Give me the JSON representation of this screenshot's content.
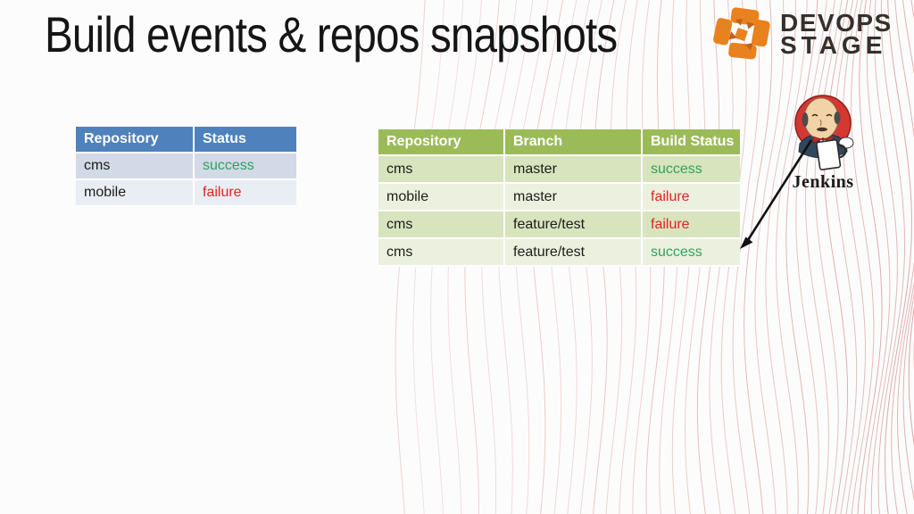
{
  "slide_title": "Build events & repos snapshots",
  "logo": {
    "line1": "DEVOPS",
    "line2": "STAGE",
    "icon": "pinwheel-icon"
  },
  "jenkins": {
    "label": "Jenkins",
    "icon": "jenkins-butler-mascot"
  },
  "tables": [
    {
      "name": "repo-status-table",
      "theme": "blue",
      "headers": [
        "Repository",
        "Status"
      ],
      "rows": [
        [
          "cms",
          "success"
        ],
        [
          "mobile",
          "failure"
        ]
      ]
    },
    {
      "name": "repo-branch-build-table",
      "theme": "green",
      "headers": [
        "Repository",
        "Branch",
        "Build Status"
      ],
      "rows": [
        [
          "cms",
          "master",
          "success"
        ],
        [
          "mobile",
          "master",
          "failure"
        ],
        [
          "cms",
          "feature/test",
          "failure"
        ],
        [
          "cms",
          "feature/test",
          "success"
        ]
      ]
    }
  ],
  "annotation": {
    "arrow": "from Jenkins mascot to last row of build table"
  },
  "colors": {
    "accent_blue_header": "#4F81BD",
    "blue_row_odd": "#D2D9E7",
    "blue_row_even": "#E9EDF4",
    "accent_green_header": "#9BBB59",
    "green_row_odd": "#D7E4BD",
    "green_row_even": "#EBF1DE",
    "success_text": "#2FA25D",
    "failure_text": "#E02424",
    "logo_orange": "#E8821E",
    "logo_orange_dark": "#C2601A",
    "logo_text": "#35302B",
    "wave_line": "#D49C9C",
    "jenkins_red": "#D33833"
  }
}
